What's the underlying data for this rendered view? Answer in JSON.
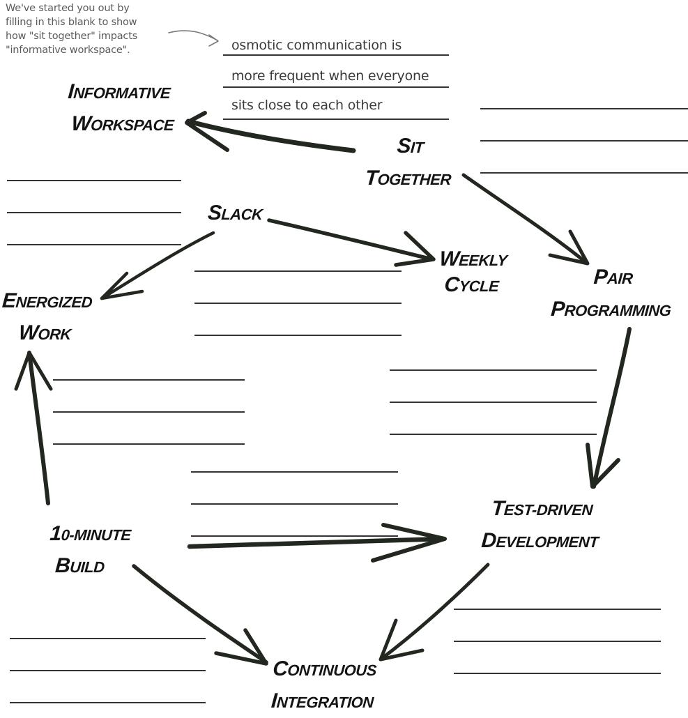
{
  "intro_note": {
    "lines": [
      "We've started you out by",
      "filling in this blank to show",
      "how \"sit together\" impacts",
      "\"informative workspace\"."
    ]
  },
  "nodes": {
    "informative_workspace": [
      "Informative",
      "Workspace"
    ],
    "sit_together": [
      "Sit",
      "Together"
    ],
    "slack": [
      "Slack"
    ],
    "weekly_cycle": [
      "Weekly",
      "Cycle"
    ],
    "pair_programming": [
      "Pair",
      "Programming"
    ],
    "energized_work": [
      "Energized",
      "Work"
    ],
    "ten_minute_build": [
      "10-minute",
      "Build"
    ],
    "test_driven_development": [
      "Test-Driven",
      "Development"
    ],
    "continuous_integration": [
      "Continuous",
      "Integration"
    ]
  },
  "relationships": [
    {
      "from": "Sit Together",
      "to": "Informative Workspace",
      "answer_lines": [
        "osmotic communication is",
        "more frequent when everyone",
        "sits close to each other"
      ]
    },
    {
      "from": "Sit Together",
      "to": "Pair Programming",
      "answer_lines": [
        "",
        "",
        ""
      ]
    },
    {
      "from": "Slack",
      "to": "Energized Work",
      "answer_lines": [
        "",
        "",
        ""
      ]
    },
    {
      "from": "Slack",
      "to": "Weekly Cycle",
      "answer_lines": [
        "",
        "",
        ""
      ]
    },
    {
      "from": "Pair Programming",
      "to": "Test-Driven Development",
      "answer_lines": [
        "",
        "",
        ""
      ]
    },
    {
      "from": "10-minute Build",
      "to": "Energized Work",
      "answer_lines": [
        "",
        "",
        ""
      ]
    },
    {
      "from": "10-minute Build",
      "to": "Test-Driven Development",
      "answer_lines": [
        "",
        "",
        ""
      ]
    },
    {
      "from": "10-minute Build",
      "to": "Continuous Integration",
      "answer_lines": [
        "",
        "",
        ""
      ]
    },
    {
      "from": "Test-Driven Development",
      "to": "Continuous Integration",
      "answer_lines": [
        "",
        "",
        ""
      ]
    }
  ],
  "colors": {
    "ink": "#141414",
    "arrow": "#22271f",
    "note": "#5a5a5a",
    "answer": "#3a3a3a",
    "blank_line": "#333333"
  }
}
